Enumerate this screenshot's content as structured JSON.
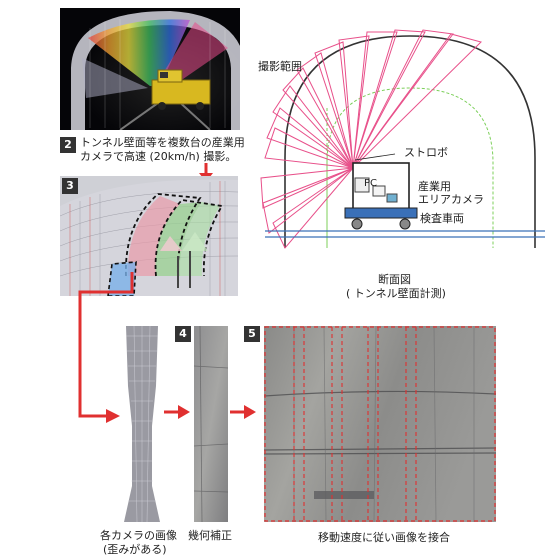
{
  "panel2": {
    "number": "2",
    "caption_line1": "トンネル壁面等を複数台の産業用",
    "caption_line2": "カメラで高速 (20km/h) 撮影。"
  },
  "panel3": {
    "number": "3"
  },
  "panel4": {
    "number": "4",
    "caption": "幾何補正"
  },
  "panel5": {
    "number": "5",
    "caption": "移動速度に従い画像を接合"
  },
  "raw_image": {
    "caption_line1": "各カメラの画像",
    "caption_line2": "(歪みがある)"
  },
  "section_diagram": {
    "range_label": "撮影範囲",
    "strobe_label": "ストロボ",
    "pc_label": "PC",
    "camera_label_line1": "産業用",
    "camera_label_line2": "エリアカメラ",
    "vehicle_label": "検査車両",
    "title_line1": "断面図",
    "title_line2": "( トンネル壁面計測)"
  },
  "colors": {
    "accent_red": "#e03030",
    "pink": "#e8508a",
    "green_dash": "#7ccf5a"
  }
}
